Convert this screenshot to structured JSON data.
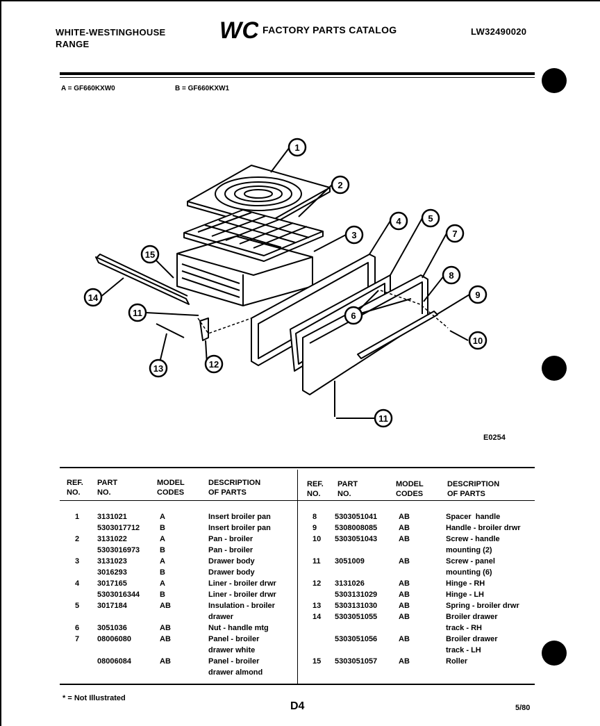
{
  "header": {
    "brand_line1": "WHITE-WESTINGHOUSE",
    "brand_line2": "RANGE",
    "logo_text": "WCI",
    "catalog_title": "FACTORY PARTS CATALOG",
    "catalog_number": "LW32490020"
  },
  "models": {
    "a": "A = GF660KXW0",
    "b": "B = GF660KXW1"
  },
  "diagram": {
    "code": "E0254",
    "callouts": [
      "1",
      "2",
      "3",
      "4",
      "5",
      "7",
      "8",
      "9",
      "15",
      "14",
      "11",
      "6",
      "10",
      "13",
      "12",
      "11"
    ]
  },
  "table": {
    "headers": {
      "ref_line1": "REF.",
      "ref_line2": "NO.",
      "part_line1": "PART",
      "part_line2": "NO.",
      "model_line1": "MODEL",
      "model_line2": "CODES",
      "desc_line1": "DESCRIPTION",
      "desc_line2": "OF PARTS"
    },
    "left": {
      "ref": "1\n\n2\n\n3\n\n4\n\n5\n\n6\n7",
      "part": "3131021\n5303017712\n3131022\n5303016973\n3131023\n3016293\n3017165\n5303016344\n3017184\n\n3051036\n08006080\n\n08006084",
      "model": "A\nB\nA\nB\nA\nB\nA\nB\nAB\n\nAB\nAB\n\nAB",
      "desc": "Insert broiler pan\nInsert broiler pan\nPan - broiler\nPan - broiler\nDrawer body\nDrawer body\nLiner - broiler drwr\nLiner - broiler drwr\nInsulation - broiler\ndrawer\nNut - handle mtg\nPanel - broiler\ndrawer white\nPanel - broiler\ndrawer almond"
    },
    "right": {
      "ref": "8\n9\n10\n\n11\n\n12\n\n13\n14\n\n\n\n15",
      "part": "5303051041\n5308008085\n5303051043\n\n3051009\n\n3131026\n5303131029\n5303131030\n5303051055\n\n5303051056\n\n5303051057",
      "model": "AB\nAB\nAB\n\nAB\n\nAB\nAB\nAB\nAB\n\nAB\n\nAB",
      "desc": "Spacer  handle\nHandle - broiler drwr\nScrew - handle\nmounting (2)\nScrew - panel\nmounting (6)\nHinge - RH\nHinge - LH\nSpring - broiler drwr\nBroiler drawer\ntrack - RH\nBroiler drawer\ntrack - LH\nRoller"
    }
  },
  "footer": {
    "note": "* = Not Illustrated",
    "page": "D4",
    "date": "5/80"
  }
}
